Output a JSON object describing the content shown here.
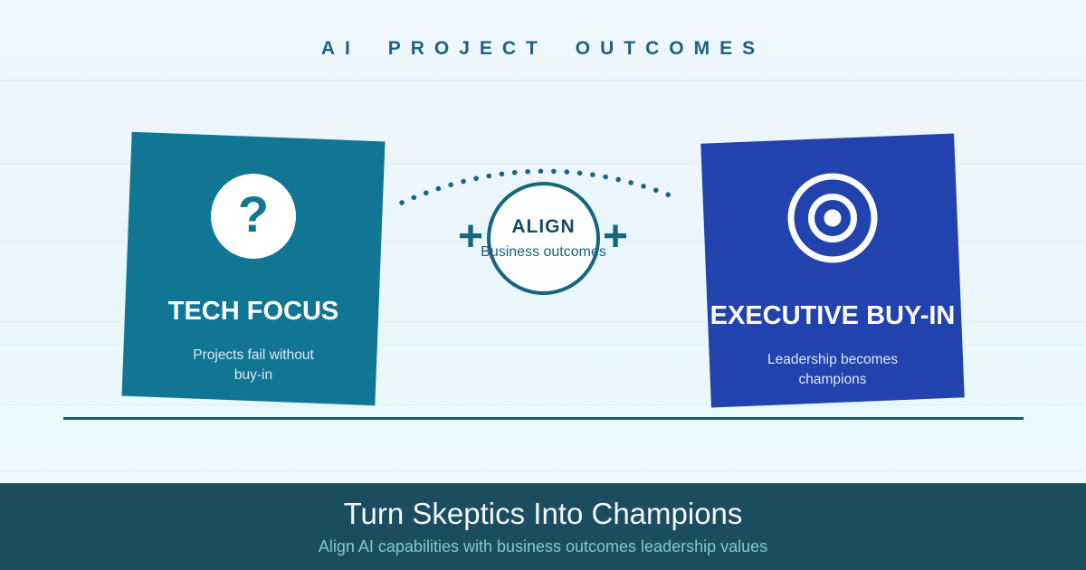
{
  "header": {
    "title": "AI PROJECT OUTCOMES"
  },
  "cards": {
    "left": {
      "icon": "question-mark-icon",
      "icon_glyph": "?",
      "title": "TECH FOCUS",
      "subtitle_line1": "Projects fail without",
      "subtitle_line2": "buy-in",
      "color": "#117693"
    },
    "right": {
      "icon": "target-icon",
      "title": "EXECUTIVE BUY-IN",
      "subtitle_line1": "Leadership becomes",
      "subtitle_line2": "champions",
      "color": "#2242ae"
    }
  },
  "center": {
    "plus_left": "+",
    "plus_right": "+",
    "circle_label": "ALIGN",
    "circle_sublabel": "Business outcomes",
    "accent_color": "#15677e"
  },
  "divider_color": "#1c5b6e",
  "footer": {
    "title": "Turn Skeptics Into Champions",
    "subtitle": "Align AI capabilities with business outcomes leadership values",
    "background": "#1b4d5f",
    "title_color": "#f3f7f7",
    "subtitle_color": "#7ec9dc"
  }
}
